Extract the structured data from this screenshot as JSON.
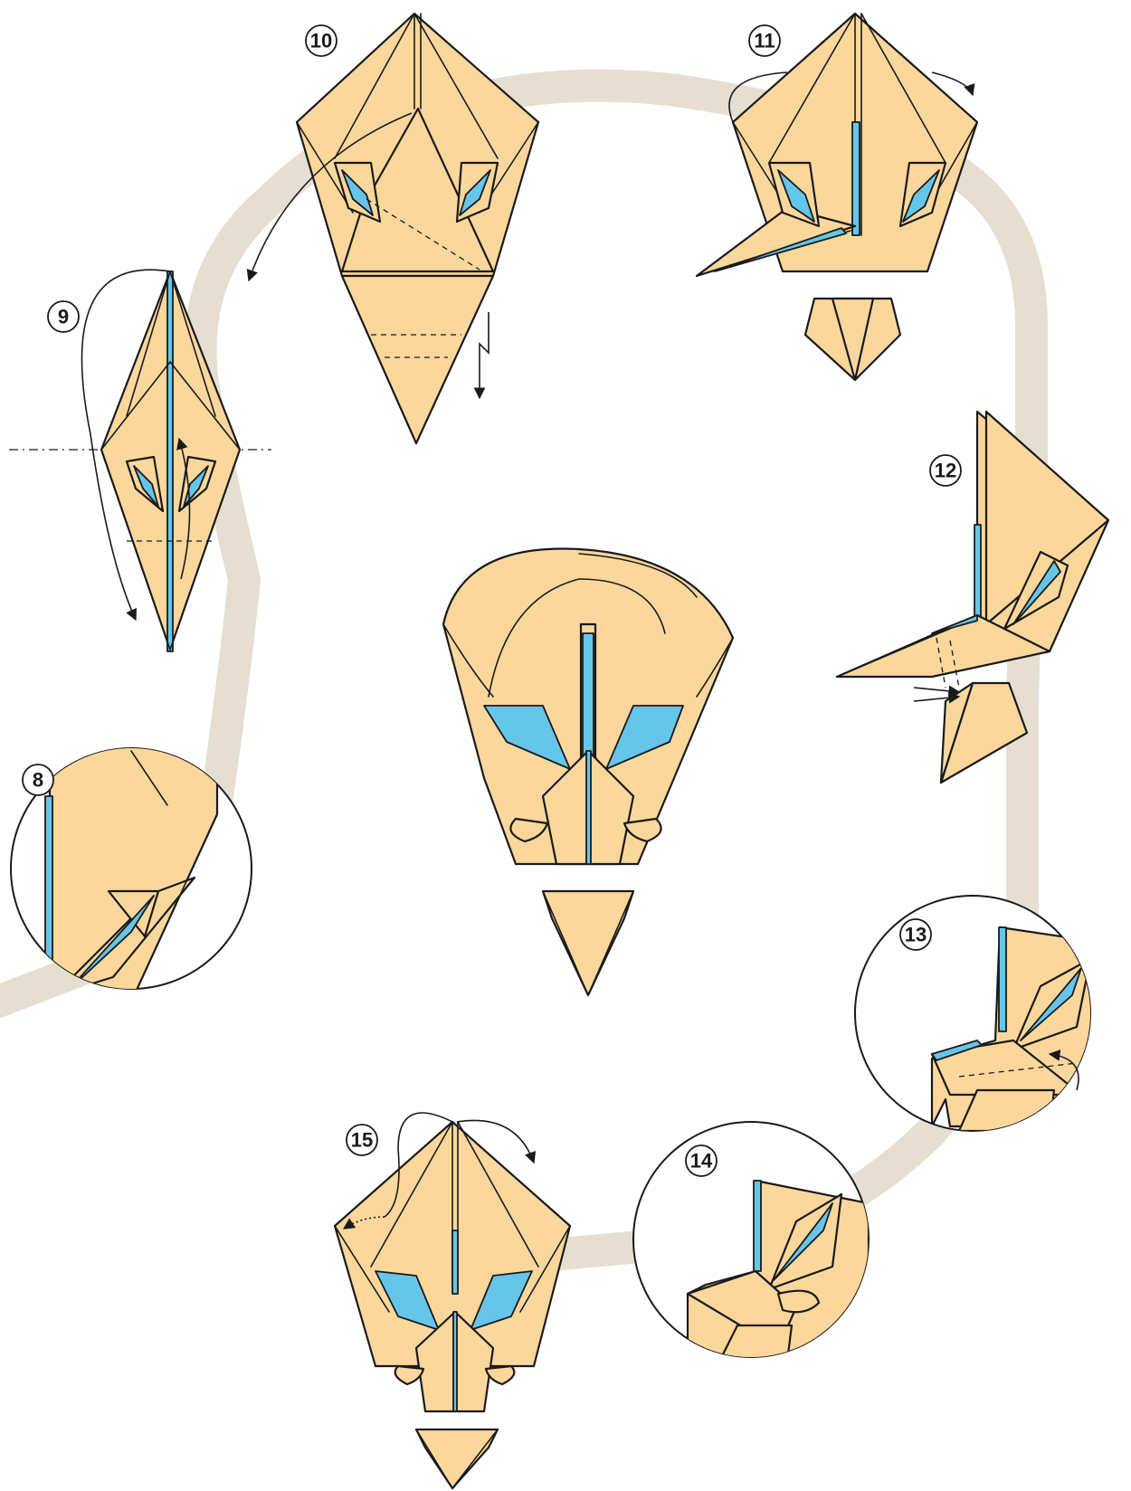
{
  "diagram": {
    "type": "origami-folding-sequence",
    "colors": {
      "paper": "#fbd79c",
      "paper_reverse": "#66c6ea",
      "outline": "#1a1a1a",
      "guide_path": "#e6dfd1"
    },
    "steps": [
      {
        "number": "8",
        "icon": "detail-circle"
      },
      {
        "number": "9",
        "icon": "fold-model"
      },
      {
        "number": "10",
        "icon": "fold-model"
      },
      {
        "number": "11",
        "icon": "fold-model"
      },
      {
        "number": "12",
        "icon": "fold-model"
      },
      {
        "number": "13",
        "icon": "detail-circle"
      },
      {
        "number": "14",
        "icon": "detail-circle"
      },
      {
        "number": "15",
        "icon": "fold-model"
      }
    ],
    "final_model": "finished-mask"
  }
}
